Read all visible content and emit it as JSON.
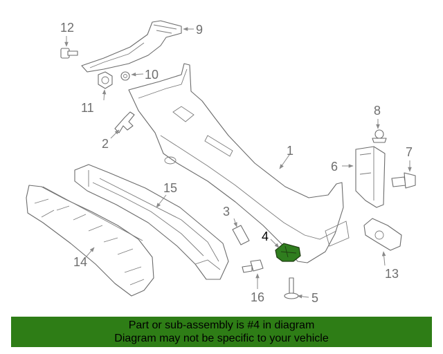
{
  "diagram": {
    "highlight_color": "#2e7d16",
    "callouts": [
      "1",
      "2",
      "3",
      "4",
      "5",
      "6",
      "7",
      "8",
      "9",
      "10",
      "11",
      "12",
      "13",
      "14",
      "15",
      "16"
    ],
    "highlighted_callout": "4"
  },
  "banner": {
    "line1": "Part or sub-assembly is #4 in diagram",
    "line2": "Diagram may not be specific to your vehicle",
    "background": "#2e7d16"
  }
}
